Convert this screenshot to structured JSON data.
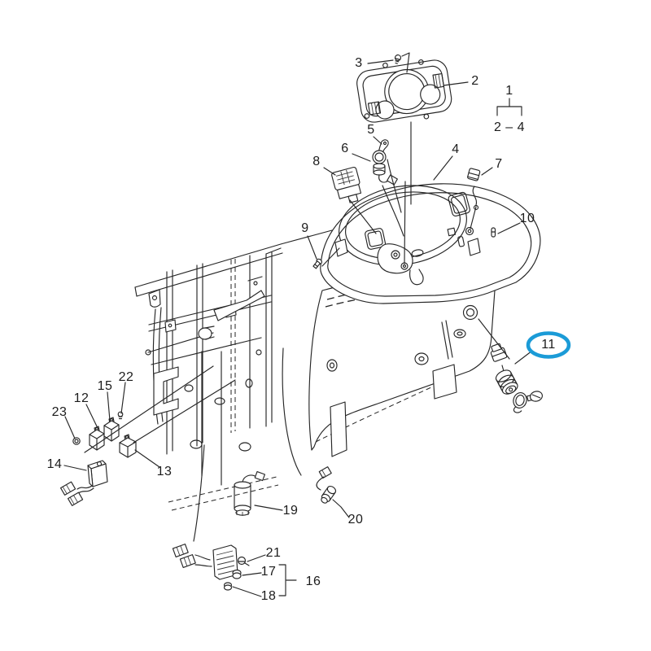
{
  "diagram": {
    "type": "exploded-parts-diagram",
    "highlight_color": "#1b9bd7",
    "highlighted_callout": "11"
  },
  "labels": {
    "n1": "1",
    "n2": "2",
    "n3": "3",
    "n4": "4",
    "n5": "5",
    "n6": "6",
    "n7": "7",
    "n8": "8",
    "n9": "9",
    "n10": "10",
    "n11": "11",
    "n12": "12",
    "n13": "13",
    "n14": "14",
    "n15": "15",
    "n16": "16",
    "n17": "17",
    "n18": "18",
    "n19": "19",
    "n20": "20",
    "n21": "21",
    "n22": "22",
    "n23": "23",
    "range_under_1": "2 – 4"
  }
}
